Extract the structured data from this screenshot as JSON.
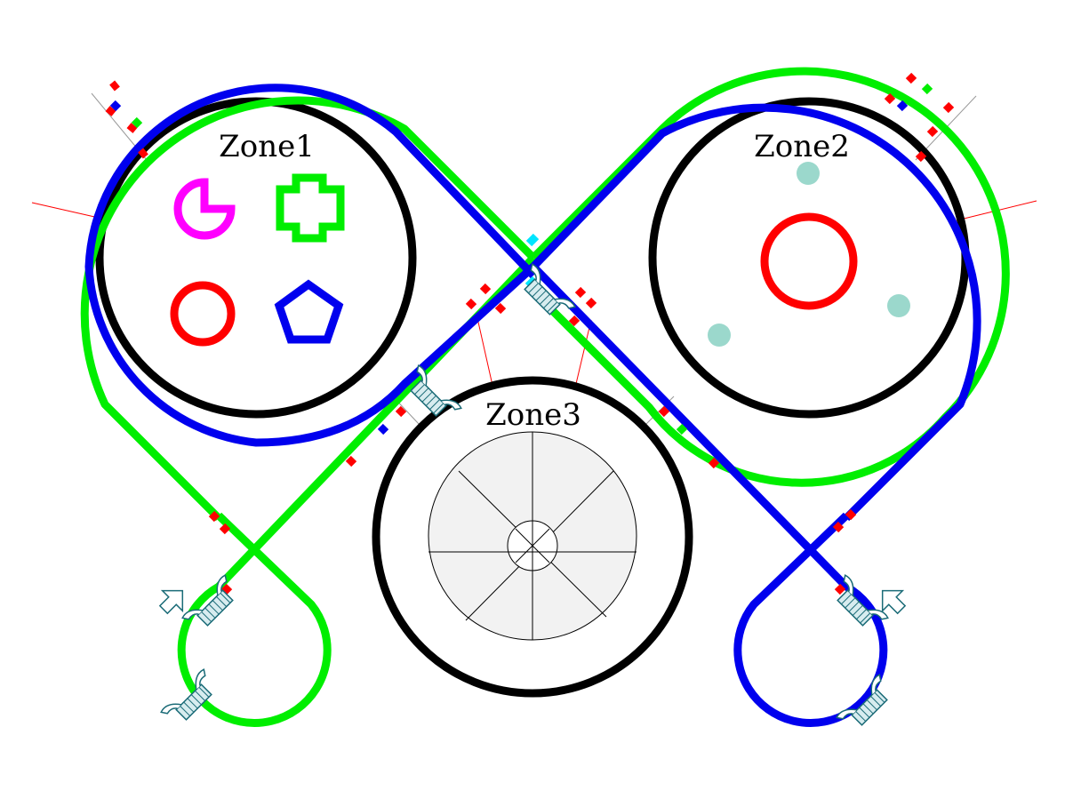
{
  "colors": {
    "background": "#ffffff",
    "zone_ring": "#000000",
    "track_green": "#00ee00",
    "track_blue": "#0000ee",
    "marker_red": "#ff0000",
    "crossing_cyan": "#00e5ff",
    "turret": "#1a6b77",
    "turret_fill": "#d7ecef",
    "shape_magenta": "#ff00ff",
    "shape_green": "#00ee00",
    "shape_red": "#ff0000",
    "shape_blue": "#0000ee",
    "dot_teal": "#9bd8cc",
    "wheel_fill": "#f2f2f2",
    "leader_line": "#ff0000",
    "gate_line": "#999999"
  },
  "zones": [
    {
      "label": "Zone1",
      "contents": [
        "pacman-shape",
        "cross-shape",
        "circle-shape",
        "pentagon-shape"
      ]
    },
    {
      "label": "Zone2",
      "contents": [
        "ring-shape",
        "dot",
        "dot",
        "dot"
      ]
    },
    {
      "label": "Zone3",
      "contents": [
        "segmented-wheel"
      ]
    }
  ],
  "tracks": [
    {
      "name": "green-track",
      "color_key": "track_green"
    },
    {
      "name": "blue-track",
      "color_key": "track_blue"
    }
  ],
  "icons": [
    "turret-icon",
    "arrow-icon"
  ]
}
